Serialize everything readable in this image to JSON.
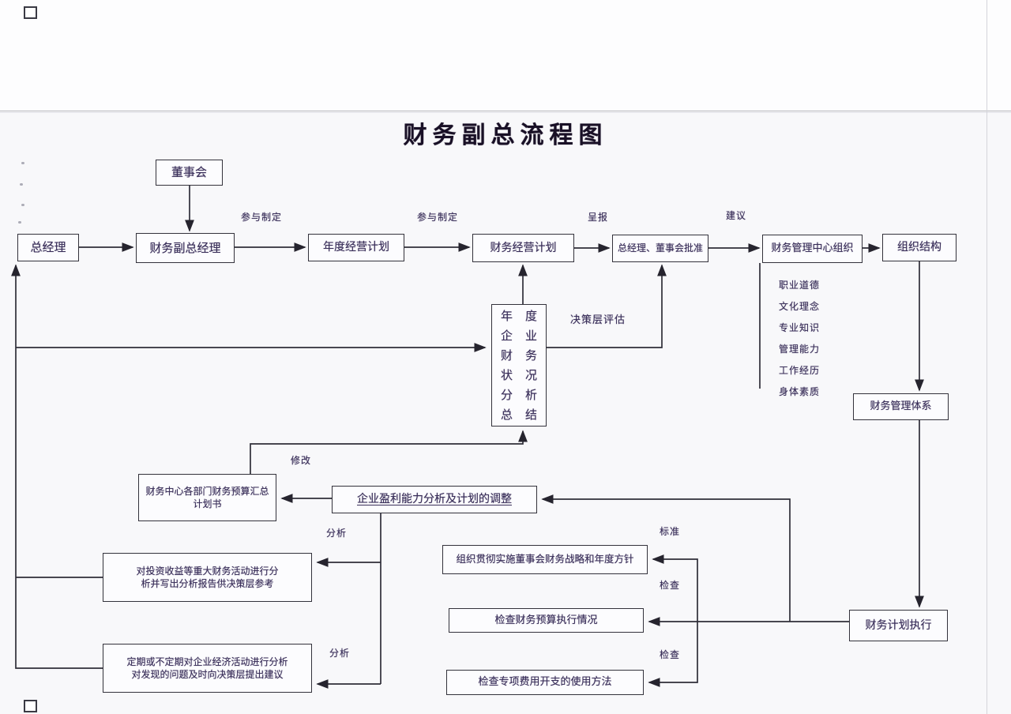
{
  "page": {
    "title": "财务副总流程图"
  },
  "nodes": {
    "board": "董事会",
    "general_manager": "总经理",
    "finance_vp": "财务副总经理",
    "annual_plan": "年度经营计划",
    "finance_plan": "财务经营计划",
    "approval": "总经理、董事会批准",
    "finance_center": "财务管理中心组织",
    "org_structure": "组织结构",
    "finance_system": "财务管理体系",
    "analysis_summary_col1": "年企财状分总",
    "analysis_summary_col2": "度业务况析结",
    "dept_budget_line1": "财务中心各部门财务预算汇总",
    "dept_budget_line2": "计划书",
    "profit_adjust": "企业盈利能力分析及计划的调整",
    "implement_strategy": "组织贯彻实施董事会财务战略和年度方针",
    "check_budget": "检查财务预算执行情况",
    "check_expense": "检查专项费用开支的使用方法",
    "invest_analysis_line1": "对投资收益等重大财务活动进行分",
    "invest_analysis_line2": "析并写出分析报告供决策层参考",
    "periodic_analysis_line1": "定期或不定期对企业经济活动进行分析",
    "periodic_analysis_line2": "对发现的问题及时向决策层提出建议",
    "plan_execution": "财务计划执行"
  },
  "labels": {
    "participate1": "参与制定",
    "participate2": "参与制定",
    "submit": "呈报",
    "suggestion": "建议",
    "decision_eval": "决策层评估",
    "revise": "修改",
    "analyze1": "分析",
    "analyze2": "分析",
    "standard": "标准",
    "check1": "检查",
    "check2": "检查"
  },
  "competencies": [
    "职业道德",
    "文化理念",
    "专业知识",
    "管理能力",
    "工作经历",
    "身体素质"
  ],
  "colors": {
    "text": "#3a2f5a",
    "line": "#2f2f2f",
    "border": "#33323b"
  }
}
